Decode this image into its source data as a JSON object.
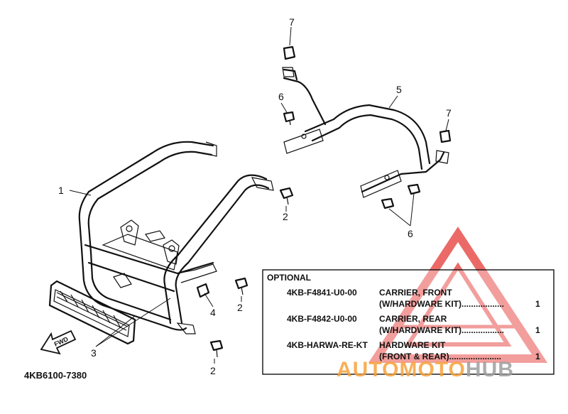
{
  "diagram": {
    "callouts": [
      {
        "label": "1"
      },
      {
        "label": "2"
      },
      {
        "label": "2"
      },
      {
        "label": "2"
      },
      {
        "label": "3"
      },
      {
        "label": "4"
      },
      {
        "label": "5"
      },
      {
        "label": "6"
      },
      {
        "label": "6"
      },
      {
        "label": "7"
      },
      {
        "label": "7"
      }
    ],
    "fwd_label": "FWD",
    "drawing_code": "4KB6100-7380"
  },
  "optional_table": {
    "title": "OPTIONAL",
    "rows": [
      {
        "part_no": "4KB-F4841-U0-00",
        "line1": "CARRIER, FRONT",
        "line2": "(W/HARDWARE KIT)..................",
        "qty": "1"
      },
      {
        "part_no": "4KB-F4842-U0-00",
        "line1": "CARRIER, REAR",
        "line2": "(W/HARDWARE KIT)..................",
        "qty": "1"
      },
      {
        "part_no": "4KB-HARWA-RE-KT",
        "line1": "HARDWARE KIT",
        "line2": "(FRONT & REAR)......................",
        "qty": "1"
      }
    ]
  },
  "watermark": {
    "auto": "AUTO",
    "moto": "MOTO",
    "hub": "HUB",
    "colors": {
      "red": "#e53935",
      "orange": "#f7a23a",
      "gray": "#b0b0b0"
    }
  }
}
